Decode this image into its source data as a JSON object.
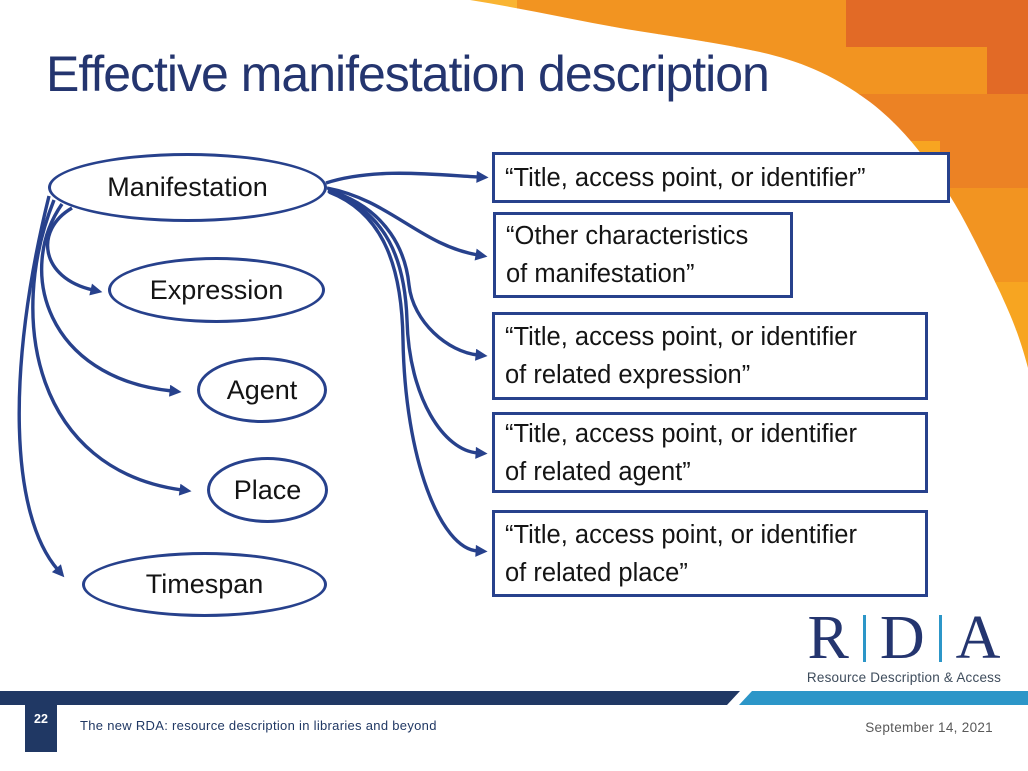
{
  "slide": {
    "title": "Effective manifestation description",
    "page_number": "22",
    "footer": "The new RDA: resource description in libraries and beyond",
    "date": "September 14, 2021"
  },
  "diagram": {
    "entities": [
      {
        "label": "Manifestation"
      },
      {
        "label": "Expression"
      },
      {
        "label": "Agent"
      },
      {
        "label": "Place"
      },
      {
        "label": "Timespan"
      }
    ],
    "attributes": [
      {
        "lines": [
          "“Title, access point, or identifier”"
        ]
      },
      {
        "lines": [
          "“Other characteristics",
          "of manifestation”"
        ]
      },
      {
        "lines": [
          "“Title, access point, or identifier",
          "of related expression”"
        ]
      },
      {
        "lines": [
          "“Title, access point, or identifier",
          "of related agent”"
        ]
      },
      {
        "lines": [
          "“Title, access point, or identifier",
          "of related place”"
        ]
      }
    ]
  },
  "logo": {
    "letters": [
      "R",
      "D",
      "A"
    ],
    "tagline": "Resource Description & Access"
  },
  "colors": {
    "navy": "#24356F",
    "footer_navy": "#203864",
    "diagram_blue": "#27418C",
    "light_blue": "#2C96C8",
    "date_gray": "#595959",
    "mosaic_palette": [
      "#FDD06A",
      "#FCC44E",
      "#F9B432",
      "#F7A521",
      "#F29421",
      "#EC8224",
      "#E26A26"
    ]
  }
}
